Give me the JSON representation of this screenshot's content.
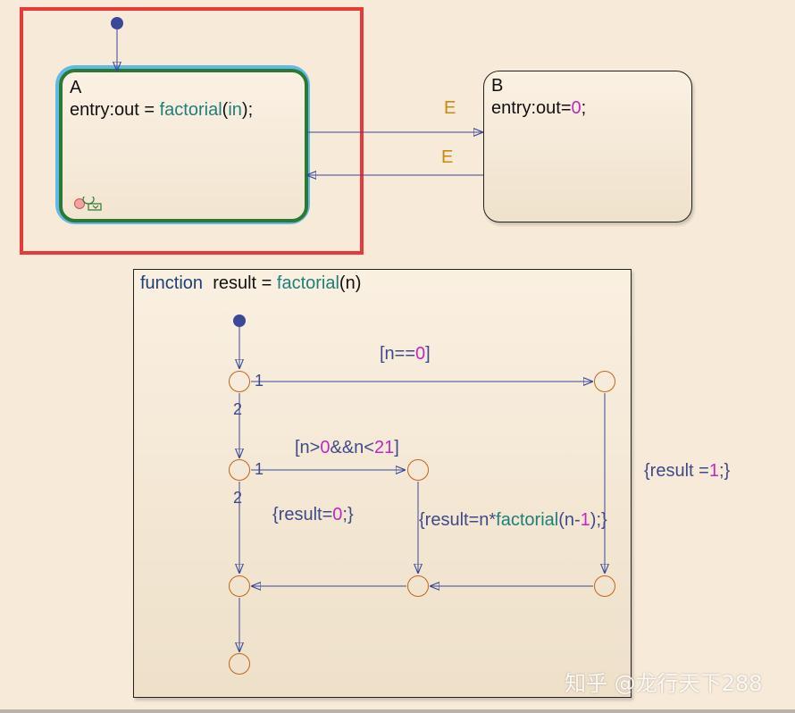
{
  "state_a": {
    "name": "A",
    "entry_prefix": "entry:out = ",
    "entry_func": "factorial",
    "entry_open": "(",
    "entry_arg": "in",
    "entry_close": ");"
  },
  "state_b": {
    "name": "B",
    "entry_prefix": "entry:out=",
    "entry_value": "0",
    "entry_suffix": ";"
  },
  "transitions": {
    "a_to_b": "E",
    "b_to_a": "E"
  },
  "function_box": {
    "keyword": "function",
    "signature_prefix": "result = ",
    "func_name": "factorial",
    "signature_suffix": "(n)"
  },
  "flow": {
    "cond1_prefix": "[n==",
    "cond1_value": "0",
    "cond1_suffix": "]",
    "cond2_prefix": "[n>",
    "cond2_value1": "0",
    "cond2_mid": "&&n<",
    "cond2_value2": "21",
    "cond2_suffix": "]",
    "action_result_one_prefix": "{result =",
    "action_result_one_value": "1",
    "action_result_one_suffix": ";}",
    "action_result_zero_prefix": "{result=",
    "action_result_zero_value": "0",
    "action_result_zero_suffix": ";}",
    "action_recursive_prefix": "{result=n*",
    "action_recursive_func": "factorial",
    "action_recursive_mid": "(n-",
    "action_recursive_value": "1",
    "action_recursive_suffix": ");}",
    "order_1a": "1",
    "order_2a": "2",
    "order_1b": "1",
    "order_2b": "2"
  },
  "watermark": "知乎 @龙行天下288",
  "colors": {
    "background": "#f7ead8",
    "selection": "#e8383a",
    "active_state": "#2a7a33",
    "active_halo": "#63b9e6",
    "wire": "#3b4799",
    "junction": "#c0661a",
    "event_label": "#c88a10",
    "number": "#c02ac0",
    "function_name": "#1f7f7a"
  }
}
